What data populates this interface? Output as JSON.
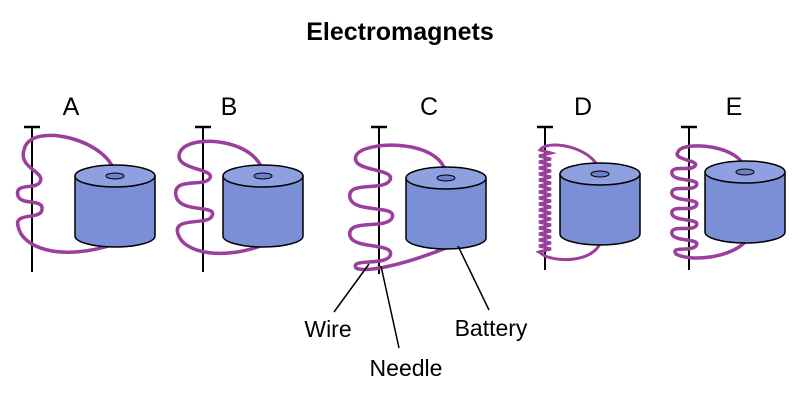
{
  "title": "Electromagnets",
  "items": [
    {
      "letter": "A"
    },
    {
      "letter": "B"
    },
    {
      "letter": "C"
    },
    {
      "letter": "D"
    },
    {
      "letter": "E"
    }
  ],
  "labels": {
    "wire": "Wire",
    "needle": "Needle",
    "battery": "Battery"
  },
  "colors": {
    "wire": "#9c3e9c",
    "battery_fill": "#7b8fd6",
    "battery_stroke": "#000000",
    "needle": "#000000"
  }
}
